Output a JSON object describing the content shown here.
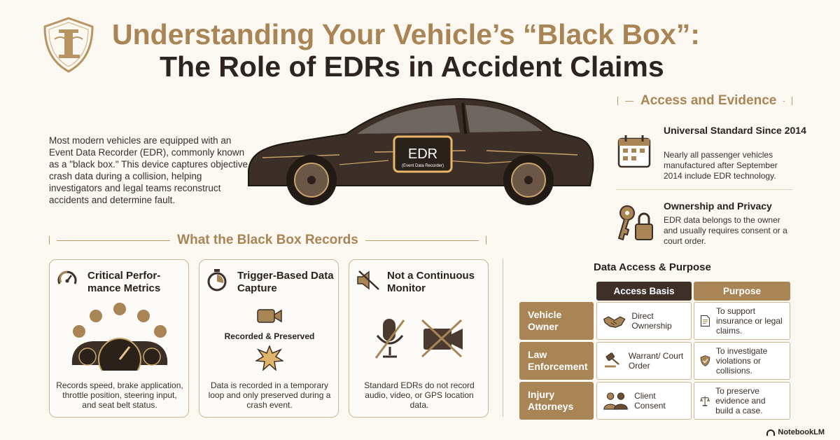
{
  "header": {
    "title_line1": "Understanding Your Vehicle’s “Black Box”:",
    "title_line2": "The Role of EDRs in Accident Claims"
  },
  "intro": {
    "text": "Most modern vehicles are equipped with an Event Data Recorder (EDR), commonly known as a \"black box.\" This device captures objective crash data during a collision, helping investigators and legal teams reconstruct accidents and determine fault."
  },
  "car": {
    "chip_label": "EDR",
    "chip_sublabel": "(Event Data Recorder)"
  },
  "access": {
    "heading": "Access and Evidence",
    "items": [
      {
        "title": "Universal Standard Since 2014",
        "body": "Nearly all passenger vehicles manufactured after September 2014 include EDR technology.",
        "icon": "calendar-icon"
      },
      {
        "title": "Ownership and Privacy",
        "body": "EDR data belongs to the owner and usually requires consent or a court order.",
        "icon": "key-lock-icon"
      }
    ]
  },
  "records": {
    "heading": "What the Black Box Records",
    "cards": [
      {
        "title": "Critical Perfor-mance Metrics",
        "body": "Records speed, brake application, throttle position, steering input, and seat belt status.",
        "icon": "gauge-icon"
      },
      {
        "title": "Trigger-Based Data Capture",
        "caption": "Recorded & Preserved",
        "body": "Data is recorded in a temporary loop and only preserved during a crash event.",
        "icon": "stopwatch-icon"
      },
      {
        "title": "Not a Continuous Monitor",
        "body": "Standard EDRs do not record audio, video, or GPS location data.",
        "icon": "mute-icon"
      }
    ]
  },
  "table": {
    "title": "Data Access & Purpose",
    "headers": [
      "Access Basis",
      "Purpose"
    ],
    "rows": [
      {
        "party": "Vehicle Owner",
        "basis": "Direct Ownership",
        "purpose": "To support insurance or legal claims.",
        "basis_icon": "handshake-icon",
        "purpose_icon": "document-icon"
      },
      {
        "party": "Law Enforcement",
        "basis": "Warrant/ Court Order",
        "purpose": "To investigate violations or collisions.",
        "basis_icon": "gavel-icon",
        "purpose_icon": "shield-check-icon"
      },
      {
        "party": "Injury Attorneys",
        "basis": "Client Consent",
        "purpose": "To preserve evidence and build a case.",
        "basis_icon": "people-icon",
        "purpose_icon": "scales-icon"
      }
    ]
  },
  "footer": {
    "brand": "NotebookLM"
  },
  "colors": {
    "accent": "#a98556",
    "dark": "#2e241f",
    "background": "#fbf8f2"
  }
}
